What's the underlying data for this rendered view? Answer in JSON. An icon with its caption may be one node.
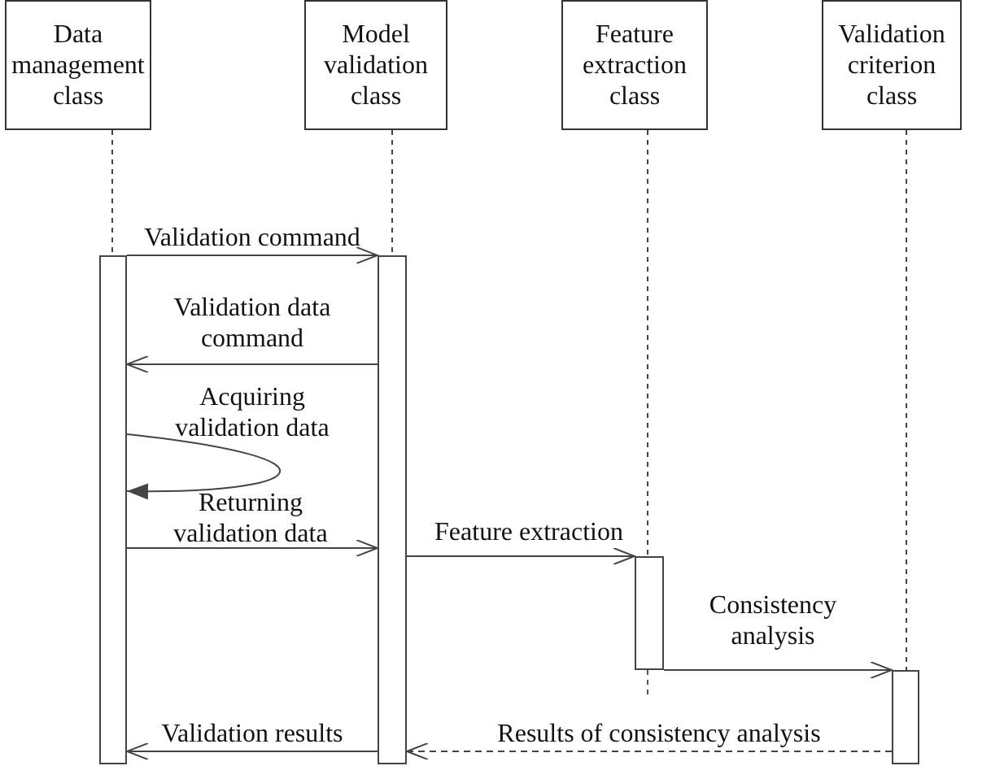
{
  "diagram": {
    "nodes": [
      {
        "text": [
          "Data management class"
        ]
      },
      {
        "text": [
          "Model validation class"
        ]
      },
      {
        "text": [
          "Feature extraction class"
        ]
      },
      {
        "text": [
          "Validation criterion class"
        ]
      },
      {
        "text": [],
        "shape": "bar"
      },
      {
        "text": [],
        "shape": "bar"
      },
      {
        "text": [],
        "shape": "bar"
      },
      {
        "text": [],
        "shape": "bar"
      }
    ],
    "edges": [
      {
        "from": 0,
        "to": 4,
        "arrow": "none",
        "style": "dashed"
      },
      {
        "from": 1,
        "to": 5,
        "arrow": "none",
        "style": "dashed"
      },
      {
        "from": 2,
        "to": 6,
        "arrow": "none",
        "style": "dashed"
      },
      {
        "from": 3,
        "to": 7,
        "arrow": "none",
        "style": "dashed"
      },
      {
        "from": 4,
        "to": 5,
        "arrow": "to",
        "label": "Validation command"
      },
      {
        "from": 5,
        "to": 4,
        "arrow": "to",
        "label": "Validation data command"
      },
      {
        "from": 4,
        "to": 4,
        "arrow": "to",
        "label": "Acquiring validation data"
      },
      {
        "from": 4,
        "to": 5,
        "arrow": "to",
        "label": "Returning validation data"
      },
      {
        "from": 5,
        "to": 6,
        "arrow": "to",
        "label": "Feature extraction"
      },
      {
        "from": 6,
        "to": 7,
        "arrow": "to",
        "label": "Consistency analysis"
      },
      {
        "from": 7,
        "to": 5,
        "arrow": "to",
        "label": "Results of consistency analysis",
        "style": "dashed"
      },
      {
        "from": 5,
        "to": 4,
        "arrow": "to",
        "label": "Validation results"
      }
    ]
  }
}
